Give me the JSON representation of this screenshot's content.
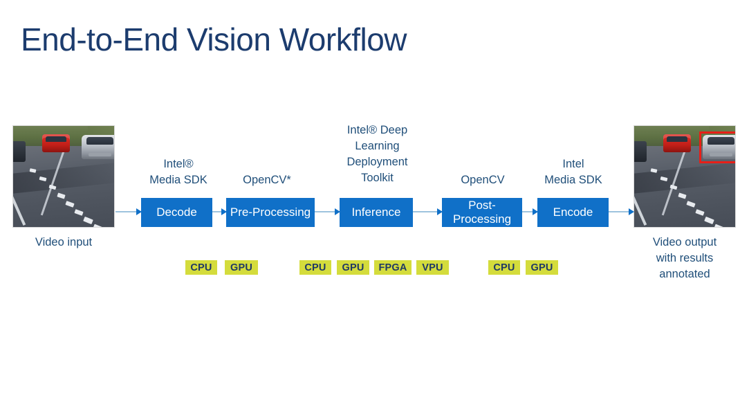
{
  "slide": {
    "title": "End-to-End Vision Workflow",
    "background_color": "#ffffff",
    "title_color": "#1c3c6e",
    "box_color": "#1070c8",
    "badge_color": "#d4dc3c",
    "badge_text_color": "#1f3864",
    "label_color": "#1f4e79",
    "connector_color": "#9dc3de",
    "bbox_color": "#e81f18"
  },
  "input": {
    "caption": "Video input",
    "image_alt": "road scene with red car and silver car on highway with dashed lane markings"
  },
  "output": {
    "caption": "Video output\nwith results\nannotated",
    "image_alt": "same road scene with red detection bounding box around silver car"
  },
  "tech_labels": [
    {
      "id": "media-sdk-decode",
      "text": "Intel®\nMedia SDK"
    },
    {
      "id": "opencv-pre",
      "text": "OpenCV*"
    },
    {
      "id": "dl-deployment",
      "text": "Intel® Deep\nLearning\nDeployment\nToolkit"
    },
    {
      "id": "opencv-post",
      "text": "OpenCV"
    },
    {
      "id": "media-sdk-encode",
      "text": "Intel\nMedia SDK"
    }
  ],
  "stages": [
    {
      "id": "decode",
      "label": "Decode"
    },
    {
      "id": "pre-processing",
      "label": "Pre-Processing"
    },
    {
      "id": "inference",
      "label": "Inference"
    },
    {
      "id": "post-processing",
      "label": "Post-\nProcessing"
    },
    {
      "id": "encode",
      "label": "Encode"
    }
  ],
  "accelerator_groups": [
    {
      "stage": "pre-processing",
      "badges": [
        "CPU",
        "GPU"
      ]
    },
    {
      "stage": "inference",
      "badges": [
        "CPU",
        "GPU",
        "FPGA",
        "VPU"
      ]
    },
    {
      "stage": "post-processing",
      "badges": [
        "CPU",
        "GPU"
      ]
    }
  ]
}
